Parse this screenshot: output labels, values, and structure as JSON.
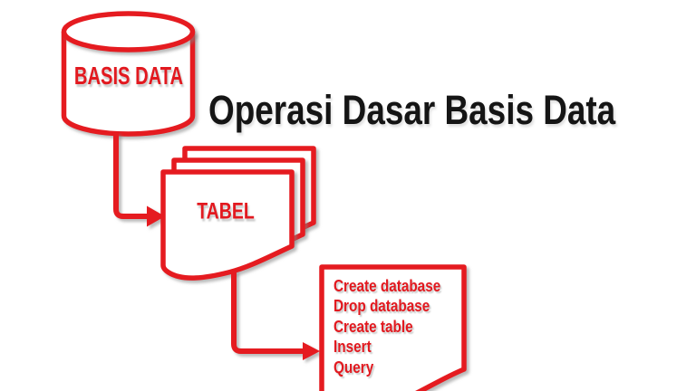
{
  "slide": {
    "title": "Operasi Dasar Basis Data",
    "database_label": "BASIS DATA",
    "table_label": "TABEL",
    "operations": [
      "Create database",
      "Drop database",
      "Create table",
      "Insert",
      "Query"
    ]
  },
  "colors": {
    "accent_red": "#e51b20",
    "title_text": "#151515",
    "shape_fill": "#ffffff",
    "background": "#ffffff"
  }
}
